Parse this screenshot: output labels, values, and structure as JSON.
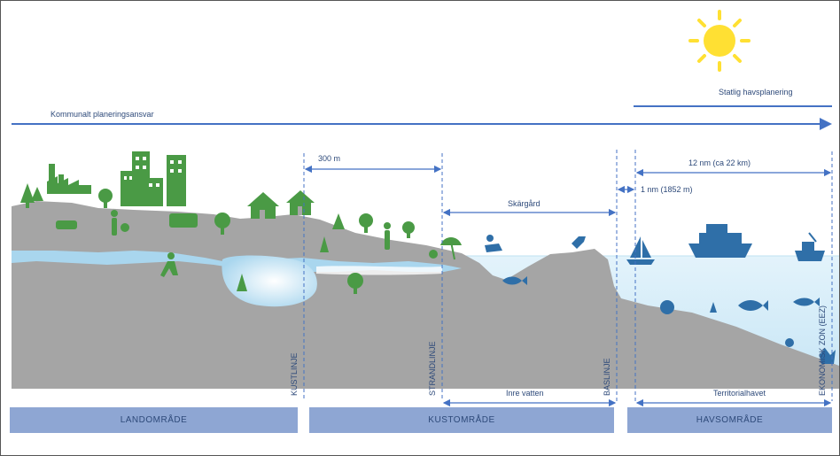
{
  "labels": {
    "statlig": "Statlig havsplanering",
    "kommunalt": "Kommunalt planeringsansvar",
    "m300": "300 m",
    "nm12": "12 nm (ca 22 km)",
    "nm1": "1 nm (1852 m)",
    "skargard": "Skärgård",
    "inre_vatten": "Inre vatten",
    "territorial": "Territorialhavet",
    "kustlinje": "KUSTLINJE",
    "strandlinje": "STRANDLINJE",
    "baslinje": "BASLINJE",
    "ekonomisk_zon": "EKONOMISK ZON (EEZ)"
  },
  "zones": {
    "land": "LANDOMRÅDE",
    "kust": "KUSTOMRÅDE",
    "hav": "HAVSOMRÅDE"
  },
  "colors": {
    "ground": "#a5a5a5",
    "sea": "#cfe9f6",
    "tree": "#4a9a45",
    "arrow": "#4472c4",
    "sun": "#ffe033",
    "zone_bar": "#8ea6d3",
    "ship": "#2f6fa8"
  }
}
